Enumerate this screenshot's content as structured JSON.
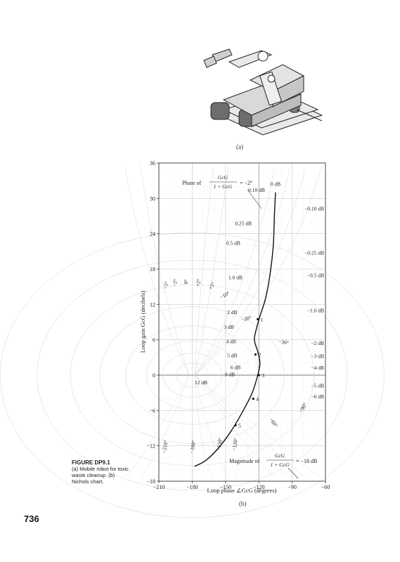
{
  "figure": {
    "sublabel_a": "(a)",
    "sublabel_b": "(b)",
    "caption_title": "FIGURE DP9.1",
    "caption_text": "(a) Mobile robot for toxic waste cleanup. (b) Nichols chart.",
    "page_number": "736"
  },
  "chart_data": {
    "type": "line",
    "xlabel": "Loop phase ∠GcG (degrees)",
    "ylabel": "Loop gain GcG (decibels)",
    "xlim": [
      -210,
      -60
    ],
    "ylim": [
      -18,
      36
    ],
    "xticks": [
      -210,
      -180,
      -150,
      -120,
      -90,
      -60
    ],
    "yticks": [
      -18,
      -12,
      -6,
      0,
      6,
      12,
      18,
      24,
      30,
      36
    ],
    "grid": true,
    "series": [
      {
        "x": [
          -178,
          -168,
          -157,
          -145,
          -134,
          -126,
          -121,
          -119,
          -121,
          -124,
          -122,
          -119,
          -114,
          -110,
          -107,
          -106,
          -105
        ],
        "y": [
          -15.5,
          -14.5,
          -12.5,
          -9.5,
          -6,
          -3,
          0,
          2,
          4,
          6,
          8,
          10,
          13,
          17,
          22,
          27,
          31
        ]
      }
    ],
    "point_markers": [
      {
        "label": "1",
        "x": -121,
        "y": 9.5
      },
      {
        "label": "2",
        "x": -123,
        "y": 3.5
      },
      {
        "label": "3",
        "x": -120,
        "y": 0
      },
      {
        "label": "4",
        "x": -125,
        "y": -4
      },
      {
        "label": "5",
        "x": -141,
        "y": -8.5
      }
    ],
    "annotations": {
      "phase_top": "Phase of",
      "phase_top_frac_num": "GcG",
      "phase_top_frac_den": "1 + GcG",
      "phase_top_value": "= −2°",
      "magnitude_bottom": "Magnitude of",
      "magnitude_bottom_frac_num": "GcG",
      "magnitude_bottom_frac_den": "1 + GcG",
      "magnitude_bottom_value": "= −18 dB"
    },
    "mag_contours_inner": [
      {
        "label": "0 dB",
        "x": -105,
        "y": 32.5
      },
      {
        "label": "0.10 dB",
        "x": -122,
        "y": 31.5
      },
      {
        "label": "0.25 dB",
        "x": -134,
        "y": 25.8
      },
      {
        "label": "0.5 dB",
        "x": -143,
        "y": 22.5
      },
      {
        "label": "1.0 dB",
        "x": -141,
        "y": 16.6
      },
      {
        "label": "2 dB",
        "x": -144,
        "y": 10.7
      },
      {
        "label": "3 dB",
        "x": -147,
        "y": 8.2
      },
      {
        "label": "4 dB",
        "x": -145,
        "y": 5.8
      },
      {
        "label": "5 dB",
        "x": -144,
        "y": 3.4
      },
      {
        "label": "6 dB",
        "x": -141,
        "y": 1.4
      },
      {
        "label": "9 dB",
        "x": -146,
        "y": 0.2
      },
      {
        "label": "12 dB",
        "x": -172,
        "y": -1.2
      }
    ],
    "mag_contours_right": [
      {
        "label": "−0.10 dB",
        "y": 28.3
      },
      {
        "label": "−0.25 dB",
        "y": 20.8
      },
      {
        "label": "−0.5 dB",
        "y": 17.0
      },
      {
        "label": "−1.0 dB",
        "y": 11.0
      },
      {
        "label": "−2 dB",
        "y": 5.5
      },
      {
        "label": "−3 dB",
        "y": 3.3
      },
      {
        "label": "−4 dB",
        "y": 1.3
      },
      {
        "label": "−5 dB",
        "y": -1.7
      },
      {
        "label": "−6 dB",
        "y": -3.6
      }
    ],
    "phase_contours": [
      {
        "label": "−5°",
        "x": -202,
        "y": 15.2,
        "rot": -80
      },
      {
        "label": "−2°",
        "x": -194,
        "y": 15.6,
        "rot": -80
      },
      {
        "label": "0°",
        "x": -184,
        "y": 15.8,
        "rot": -80
      },
      {
        "label": "+2°",
        "x": -173,
        "y": 15.6,
        "rot": -80
      },
      {
        "label": "+5°",
        "x": -161,
        "y": 15.0,
        "rot": -60
      },
      {
        "label": "−10°",
        "x": -150,
        "y": 13.3,
        "rot": -30
      },
      {
        "label": "−20°",
        "x": -131,
        "y": 9.3,
        "rot": -10
      },
      {
        "label": "−30°",
        "x": -98,
        "y": 5.3,
        "rot": 10
      },
      {
        "label": "−60°",
        "x": -108,
        "y": -8.2,
        "rot": 55
      },
      {
        "label": "−90°",
        "x": -79,
        "y": -5.7,
        "rot": -60
      },
      {
        "label": "−120°",
        "x": -140,
        "y": -11.8,
        "rot": -80
      },
      {
        "label": "−150°",
        "x": -154,
        "y": -11.8,
        "rot": -80
      },
      {
        "label": "−180°",
        "x": -178,
        "y": -12.2,
        "rot": -80
      },
      {
        "label": "−210°",
        "x": -203,
        "y": -12.2,
        "rot": -80
      }
    ]
  }
}
